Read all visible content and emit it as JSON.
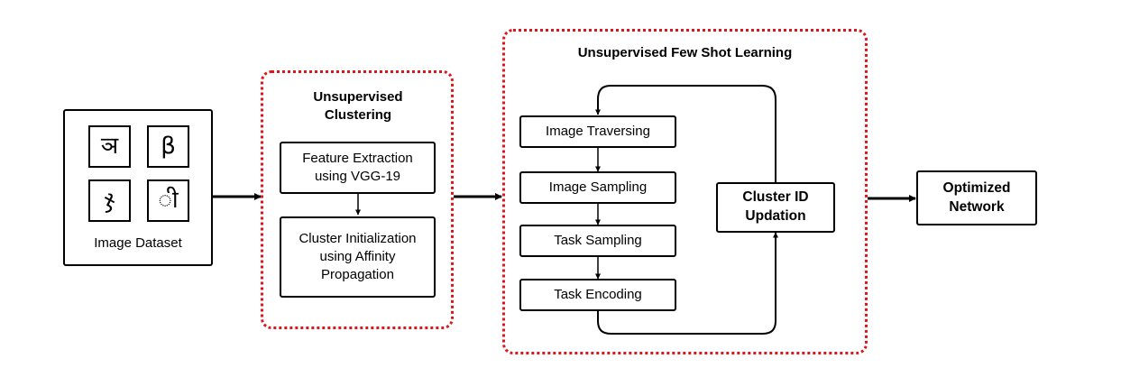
{
  "dataset": {
    "label": "Image Dataset",
    "glyphs": [
      {
        "char": "ञ",
        "icon": "handwritten-character-1"
      },
      {
        "char": "β",
        "icon": "handwritten-character-2"
      },
      {
        "char": "ჯ",
        "icon": "handwritten-character-3"
      },
      {
        "char": "ी",
        "icon": "handwritten-character-4"
      }
    ]
  },
  "clustering": {
    "title": "Unsupervised Clustering",
    "steps": [
      "Feature Extraction using VGG-19",
      "Cluster Initialization using Affinity Propagation"
    ]
  },
  "fsl": {
    "title": "Unsupervised Few Shot Learning",
    "steps": [
      "Image Traversing",
      "Image Sampling",
      "Task Sampling",
      "Task Encoding"
    ],
    "update": "Cluster ID Updation"
  },
  "output": {
    "label": "Optimized Network"
  },
  "colors": {
    "group_border": "#e0151b",
    "line": "#000000"
  }
}
